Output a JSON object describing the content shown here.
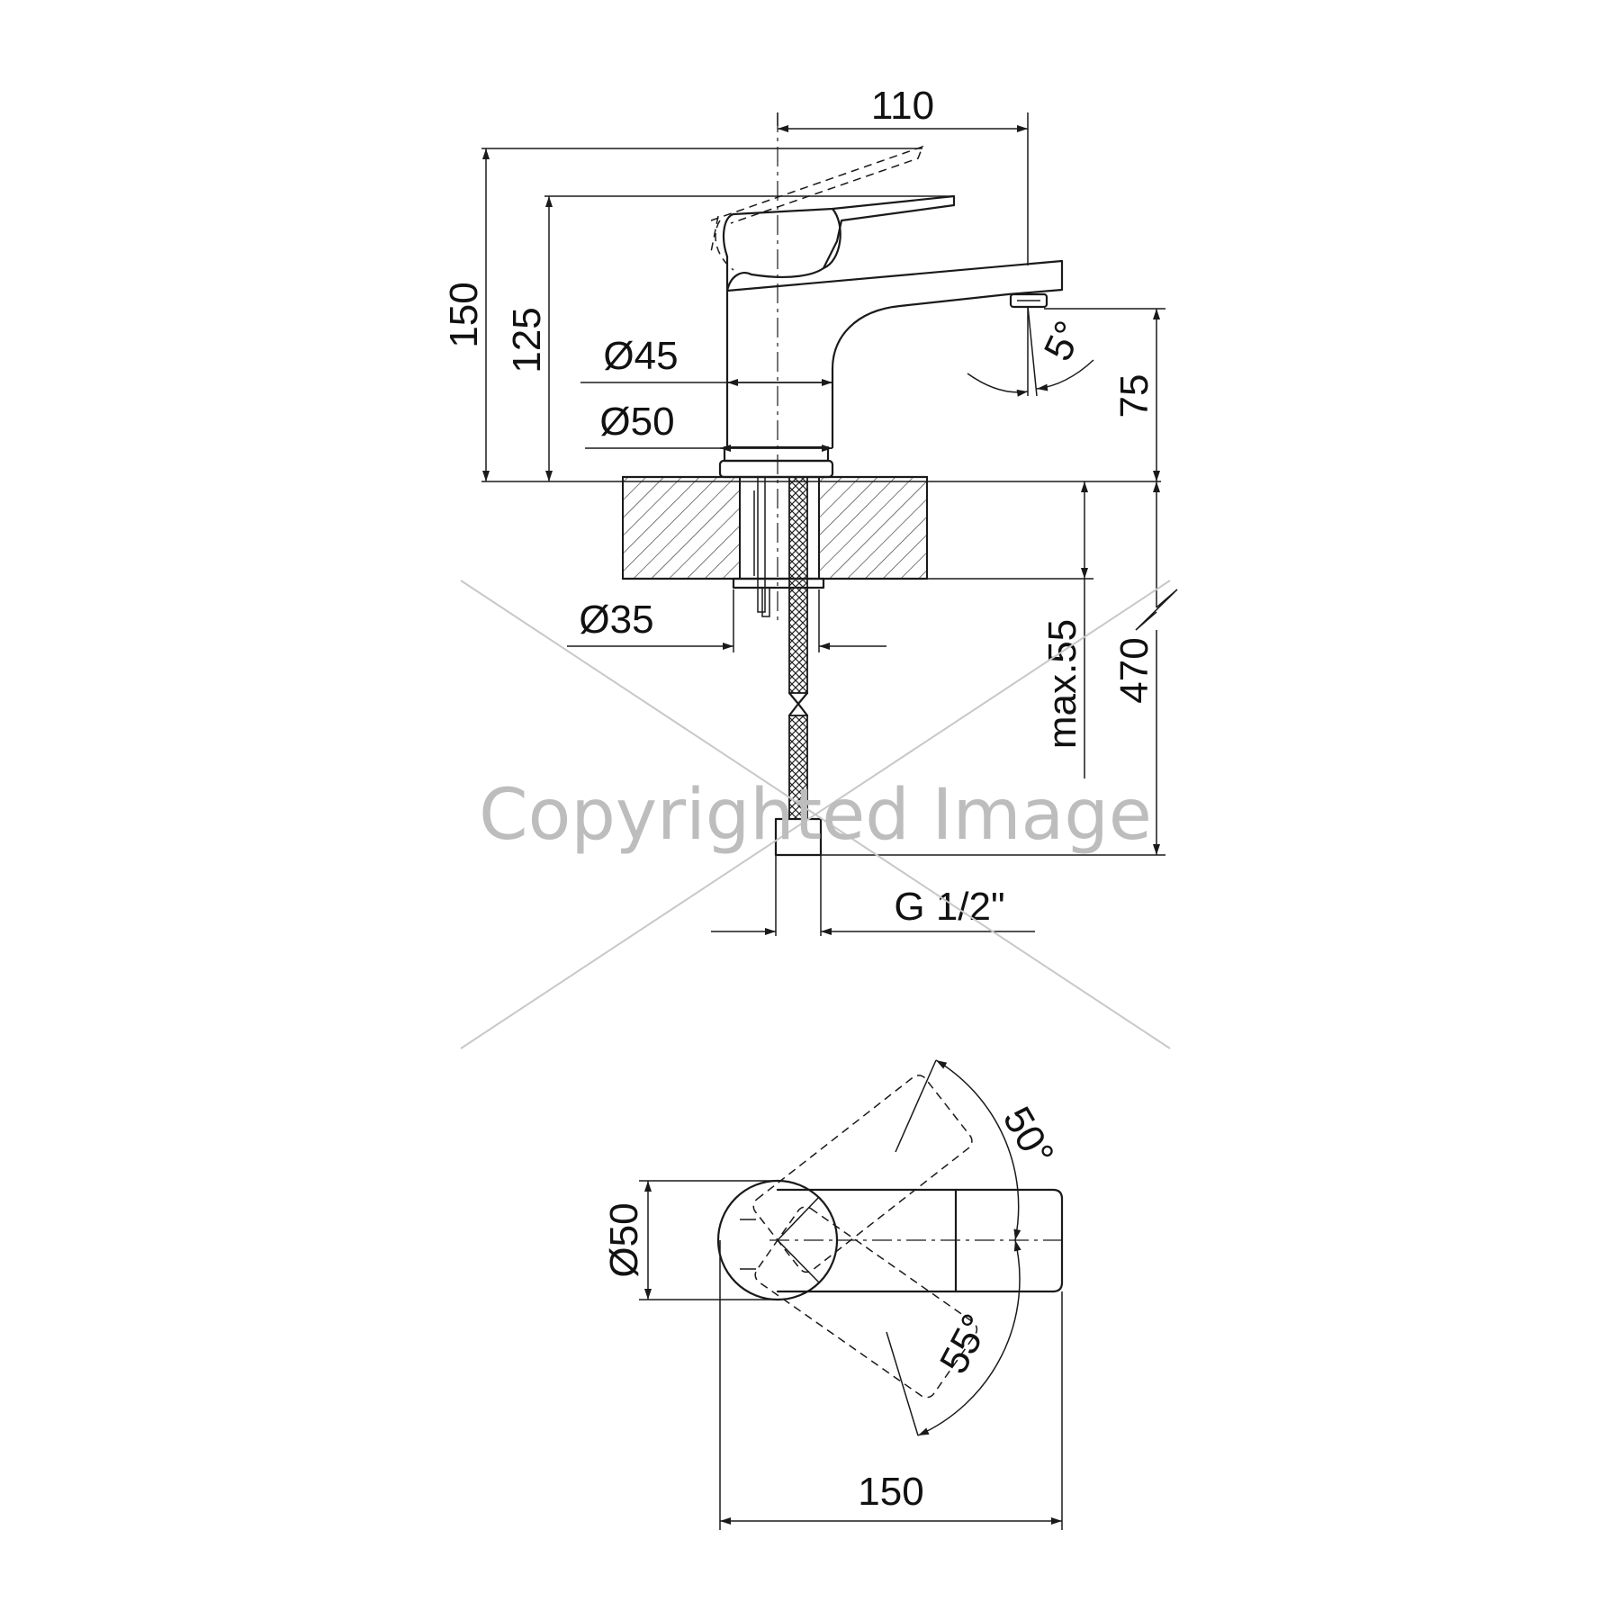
{
  "watermark": {
    "text": "Copyrighted Image"
  },
  "side_view": {
    "dims": {
      "width_top": "110",
      "total_height": "150",
      "handle_height": "125",
      "body_diameter": "Ø45",
      "base_diameter": "Ø50",
      "spout_angle": "5°",
      "spout_height": "75",
      "mount_hole": "Ø35",
      "max_thickness": "max.55",
      "hose_length": "470",
      "connection": "G 1/2\""
    }
  },
  "top_view": {
    "dims": {
      "base_diameter": "Ø50",
      "rotation_up": "50°",
      "rotation_down": "55°",
      "total_length": "150"
    }
  }
}
